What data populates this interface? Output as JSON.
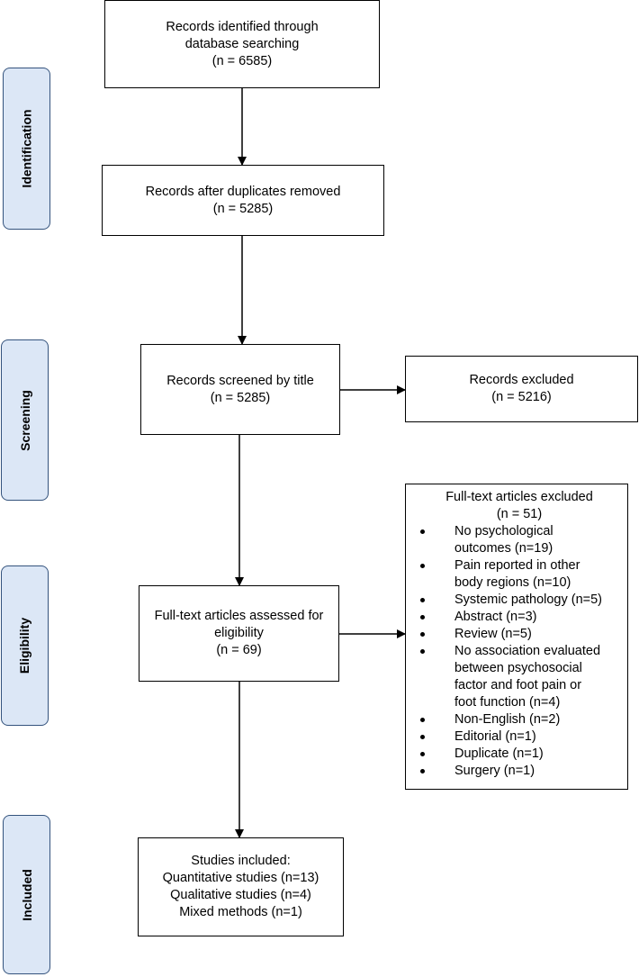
{
  "stages": {
    "identification": "Identification",
    "screening": "Screening",
    "eligibility": "Eligibility",
    "included": "Included"
  },
  "boxes": {
    "identified": {
      "line1": "Records identified through",
      "line2": "database searching",
      "line3": "(n = 6585)"
    },
    "after_duplicates": {
      "line1": "Records after duplicates removed",
      "line2": "(n = 5285)"
    },
    "screened": {
      "line1": "Records screened by title",
      "line2": "(n = 5285)"
    },
    "excluded": {
      "line1": "Records excluded",
      "line2": "(n = 5216)"
    },
    "assessed": {
      "line1": "Full-text articles assessed for",
      "line2": "eligibility",
      "line3": "(n = 69)"
    },
    "fulltext_excluded": {
      "title1": "Full-text articles excluded",
      "title2": "(n = 51)",
      "items": [
        {
          "lines": [
            "No psychological",
            "outcomes (n=19)"
          ]
        },
        {
          "lines": [
            "Pain reported in other",
            "body regions (n=10)"
          ]
        },
        {
          "lines": [
            "Systemic pathology (n=5)"
          ]
        },
        {
          "lines": [
            "Abstract (n=3)"
          ]
        },
        {
          "lines": [
            "Review (n=5)"
          ]
        },
        {
          "lines": [
            "No association evaluated",
            "between psychosocial",
            "factor and foot pain or",
            "foot function (n=4)"
          ]
        },
        {
          "lines": [
            "Non-English (n=2)"
          ]
        },
        {
          "lines": [
            "Editorial (n=1)"
          ]
        },
        {
          "lines": [
            "Duplicate (n=1)"
          ]
        },
        {
          "lines": [
            "Surgery (n=1)"
          ]
        }
      ]
    },
    "included": {
      "line1": "Studies included:",
      "line2": "Quantitative studies (n=13)",
      "line3": "Qualitative studies (n=4)",
      "line4": "Mixed methods (n=1)"
    }
  }
}
